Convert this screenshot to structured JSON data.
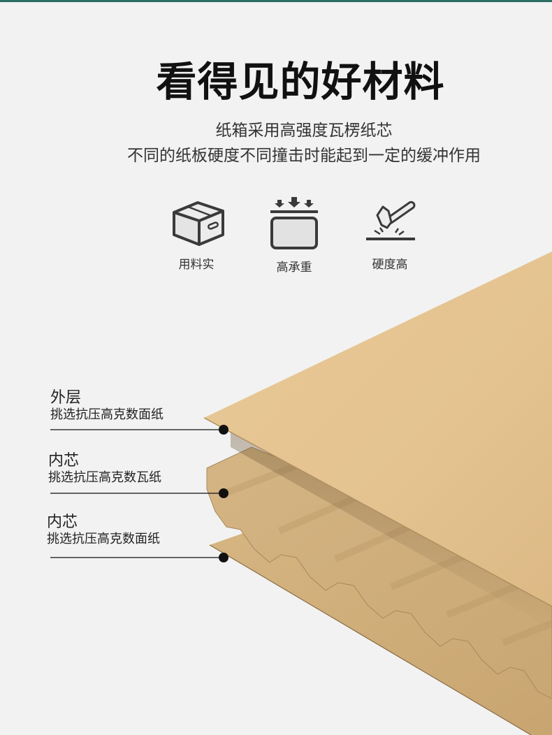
{
  "header": {
    "title": "看得见的好材料",
    "subtitle_line1": "纸箱采用高强度瓦楞纸芯",
    "subtitle_line2": "不同的纸板硬度不同撞击时能起到一定的缓冲作用"
  },
  "features": [
    {
      "icon": "box-icon",
      "label": "用料实"
    },
    {
      "icon": "load-bearing-icon",
      "label": "高承重"
    },
    {
      "icon": "hammer-icon",
      "label": "硬度高"
    }
  ],
  "callouts": [
    {
      "title": "外层",
      "desc": "挑选抗压高克数面纸"
    },
    {
      "title": "内芯",
      "desc": "挑选抗压高克数瓦纸"
    },
    {
      "title": "内芯",
      "desc": "挑选抗压高克数面纸"
    }
  ],
  "colors": {
    "accent_bar": "#2a6e62",
    "background": "#f2f2f2",
    "kraft_light": "#e6c592",
    "kraft_mid": "#d6b27e",
    "kraft_dark": "#b8976a",
    "icon_stroke": "#3a3a3a"
  }
}
